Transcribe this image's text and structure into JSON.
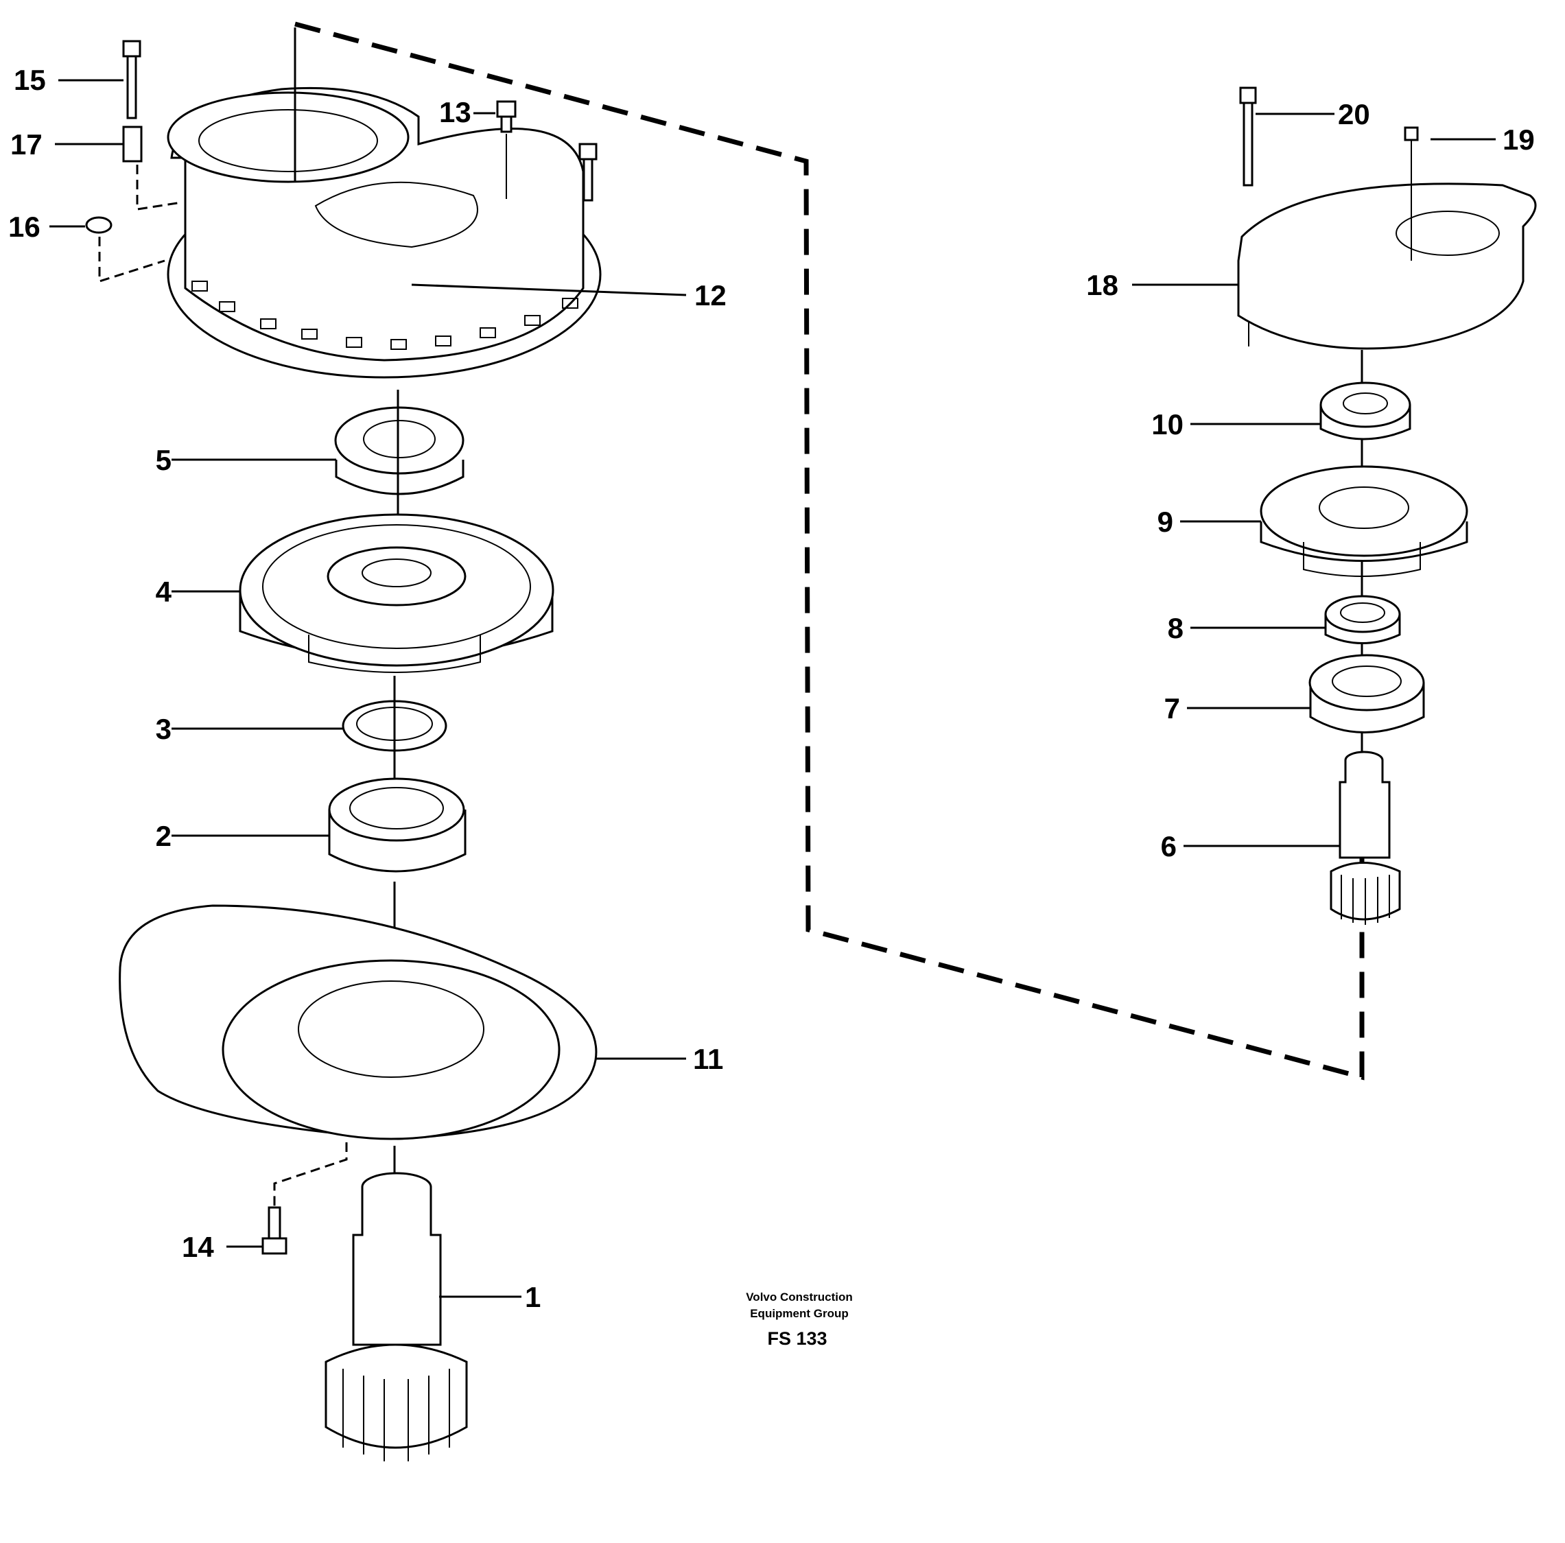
{
  "callouts": {
    "c1": "1",
    "c2": "2",
    "c3": "3",
    "c4": "4",
    "c5": "5",
    "c6": "6",
    "c7": "7",
    "c8": "8",
    "c9": "9",
    "c10": "10",
    "c11": "11",
    "c12": "12",
    "c13": "13",
    "c14": "14",
    "c15": "15",
    "c16": "16",
    "c17": "17",
    "c18": "18",
    "c19": "19",
    "c20": "20"
  },
  "footer": {
    "line1": "Volvo Construction",
    "line2": "Equipment Group",
    "code": "FS 133"
  }
}
